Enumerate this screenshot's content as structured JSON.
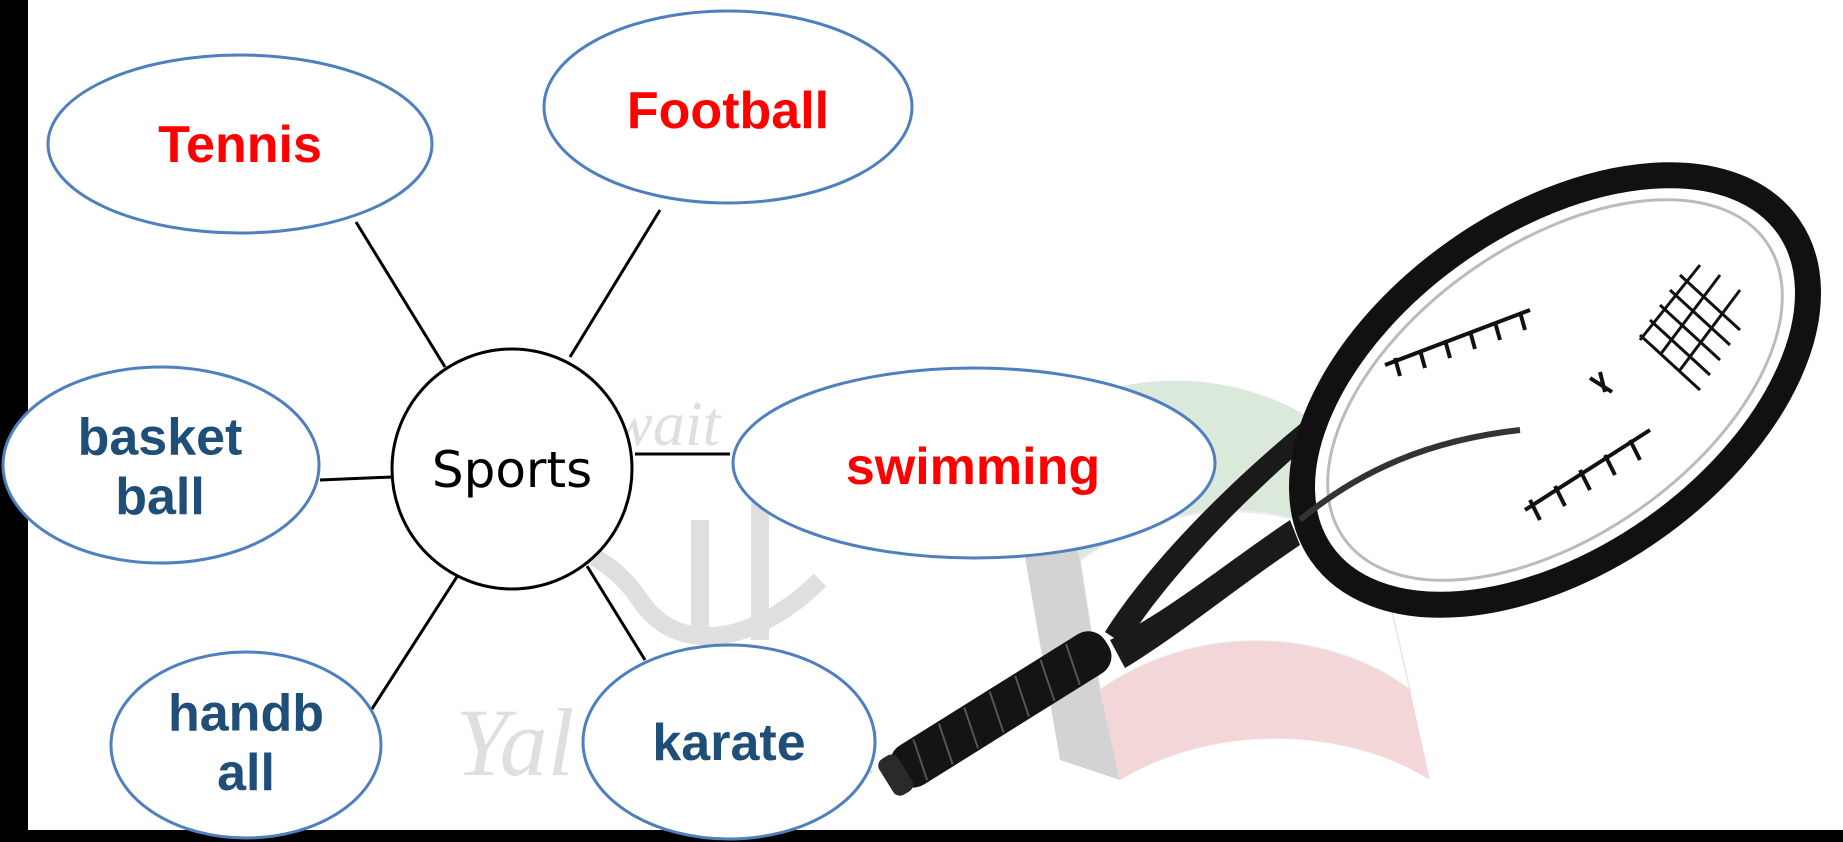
{
  "diagram": {
    "center": {
      "label": "Sports"
    },
    "nodes": [
      {
        "id": "tennis",
        "lines": [
          "Tennis"
        ],
        "color": "#ff0000"
      },
      {
        "id": "football",
        "lines": [
          "Football"
        ],
        "color": "#ff0000"
      },
      {
        "id": "basketball",
        "lines": [
          "basket",
          "ball"
        ],
        "color": "#1f4e79"
      },
      {
        "id": "swimming",
        "lines": [
          "swimming"
        ],
        "color": "#ff0000"
      },
      {
        "id": "handball",
        "lines": [
          "handb",
          "all"
        ],
        "color": "#1f4e79"
      },
      {
        "id": "karate",
        "lines": [
          "karate"
        ],
        "color": "#1f4e79"
      }
    ]
  },
  "watermark": {
    "top": "Yal Kuwait .com",
    "bottom": "Yal Kuwait"
  },
  "colors": {
    "node_border": "#4f7fbf",
    "answer_red": "#ff0000",
    "answer_blue": "#1f4e79",
    "spoke": "#000000",
    "frame": "#000000"
  },
  "image": {
    "subject": "tennis-racket"
  }
}
